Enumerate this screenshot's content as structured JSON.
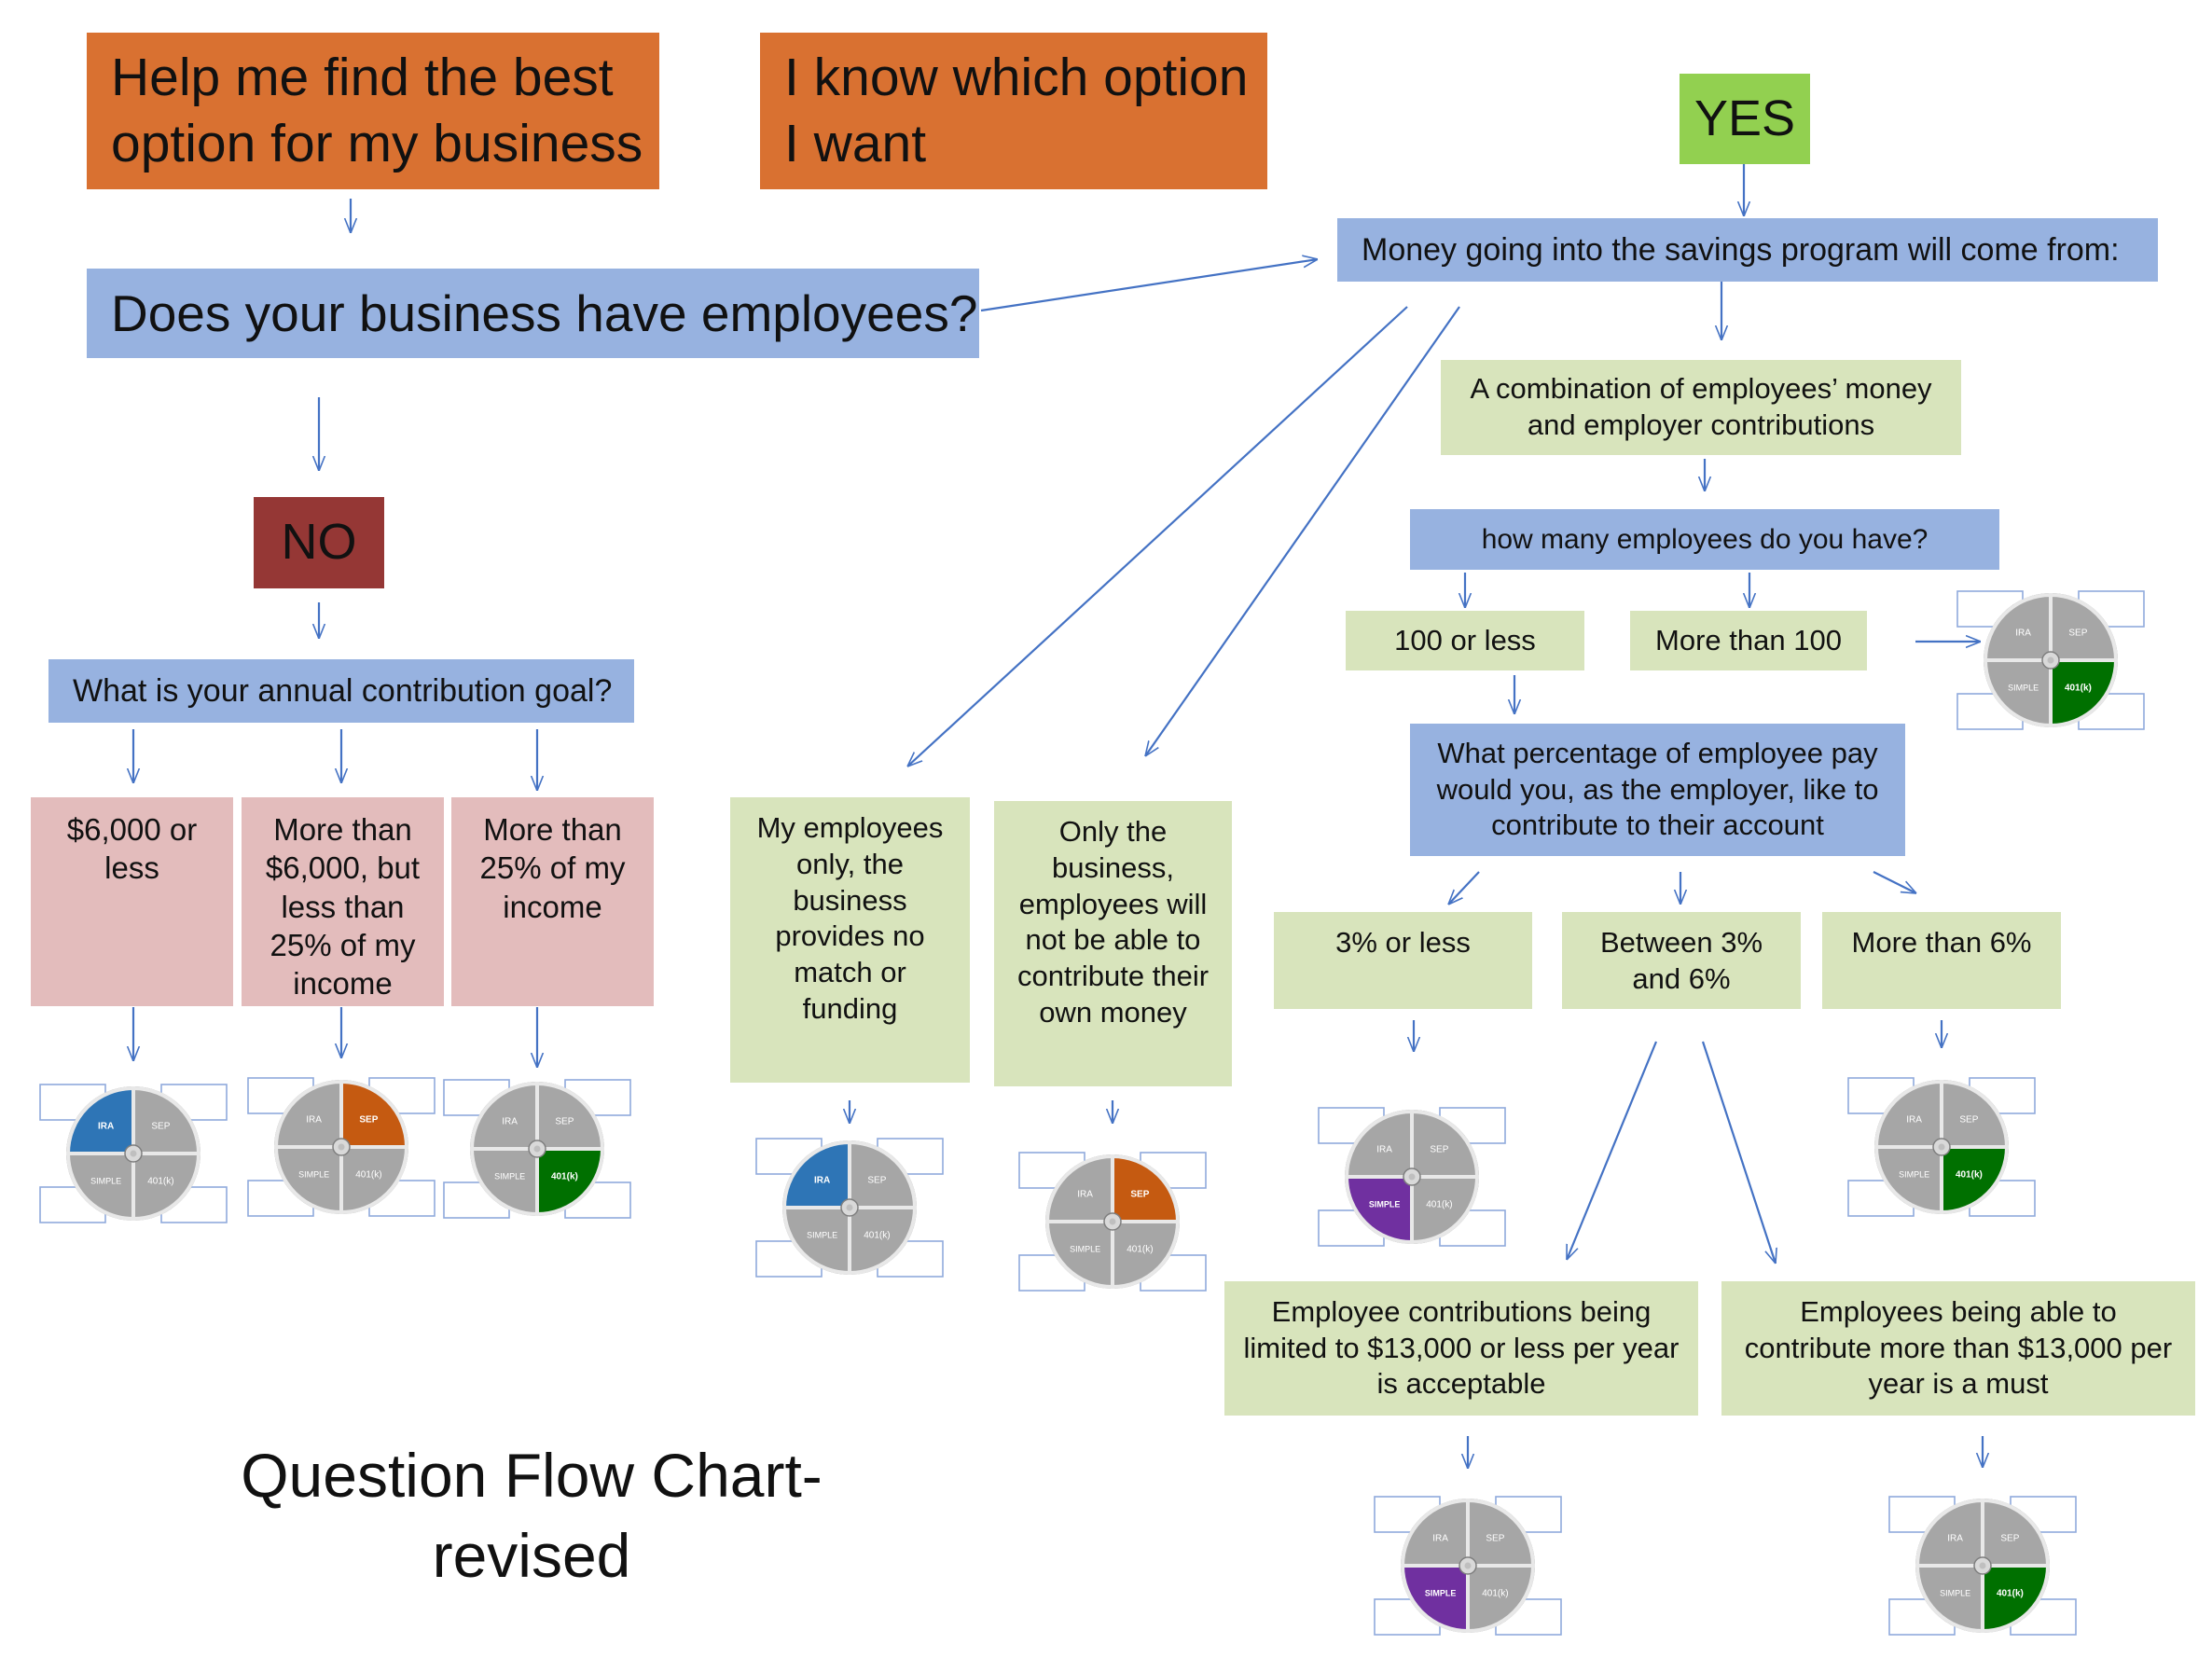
{
  "header": {
    "help_button": "Help me find the best option for my business",
    "know_button": "I know which option I want"
  },
  "question_employees": "Does your business have employees?",
  "yes_label": "YES",
  "no_label": "NO",
  "no_branch": {
    "question": "What is your annual contribution goal?",
    "options": [
      "$6,000 or less",
      "More than $6,000, but less than 25% of my income",
      "More than 25% of my income"
    ]
  },
  "yes_branch": {
    "question": "Money going into the savings program will come from:",
    "source_options": {
      "combination": "A combination of employees’ money and employer contributions",
      "employees_only": "My employees only, the business provides no match or funding",
      "business_only": "Only the business, employees will not be able to contribute their own money"
    },
    "employee_count_question": "how many employees do you have?",
    "count_options": [
      "100 or less",
      "More than 100"
    ],
    "percent_question": "What percentage of employee pay would you, as the employer, like to contribute to their account",
    "percent_options": [
      "3% or less",
      "Between 3% and 6%",
      "More than 6%"
    ],
    "limit_options": [
      "Employee contributions being limited to $13,000 or less per year is acceptable",
      "Employees being able to contribute more than $13,000 per year is a must"
    ]
  },
  "plan_labels": {
    "ira": "IRA",
    "sep": "SEP",
    "simple": "SIMPLE",
    "k401": "401(k)"
  },
  "colors": {
    "ira": "#2e75b6",
    "sep": "#c55a11",
    "simple": "#7030a0",
    "k401": "#007000",
    "inactive": "#a6a6a6",
    "arrow": "#4472c4"
  },
  "chart_title": "Question Flow Chart-revised"
}
